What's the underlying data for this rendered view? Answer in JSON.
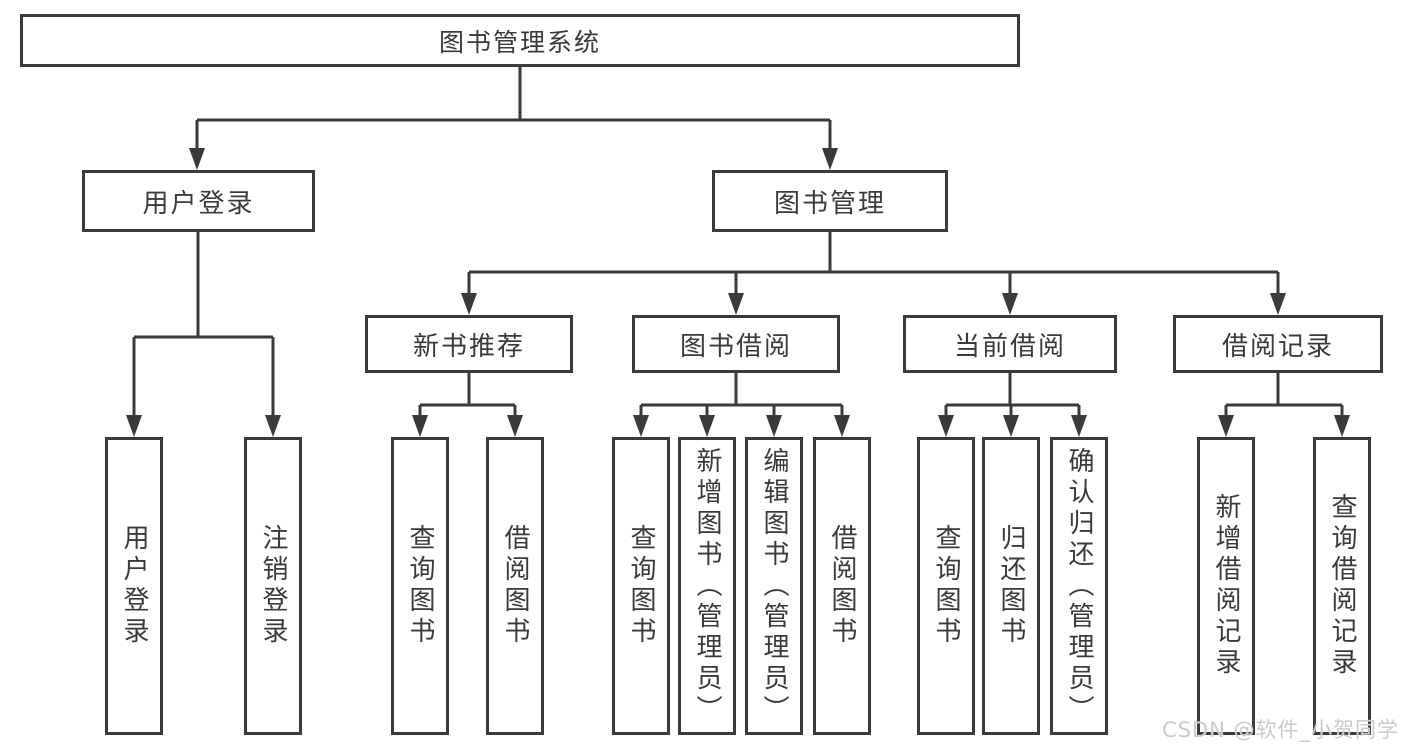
{
  "tree": {
    "root": {
      "label": "图书管理系统"
    },
    "login": {
      "label": "用户登录",
      "children": [
        {
          "label": "用户登录"
        },
        {
          "label": "注销登录"
        }
      ]
    },
    "book_mgmt": {
      "label": "图书管理",
      "sections": [
        {
          "label": "新书推荐",
          "children": [
            {
              "label": "查询图书"
            },
            {
              "label": "借阅图书"
            }
          ]
        },
        {
          "label": "图书借阅",
          "children": [
            {
              "label": "查询图书"
            },
            {
              "label": "新增图书（管理员）"
            },
            {
              "label": "编辑图书（管理员）"
            },
            {
              "label": "借阅图书"
            }
          ]
        },
        {
          "label": "当前借阅",
          "children": [
            {
              "label": "查询图书"
            },
            {
              "label": "归还图书"
            },
            {
              "label": "确认归还（管理员）"
            }
          ]
        },
        {
          "label": "借阅记录",
          "children": [
            {
              "label": "新增借阅记录"
            },
            {
              "label": "查询借阅记录"
            }
          ]
        }
      ]
    }
  },
  "watermark": {
    "text": "CSDN @软件_小贺同学"
  },
  "colors": {
    "line": "#3a3a3a",
    "text": "#3a3a3a",
    "background": "#ffffff",
    "watermark": "#cbcbcb"
  }
}
